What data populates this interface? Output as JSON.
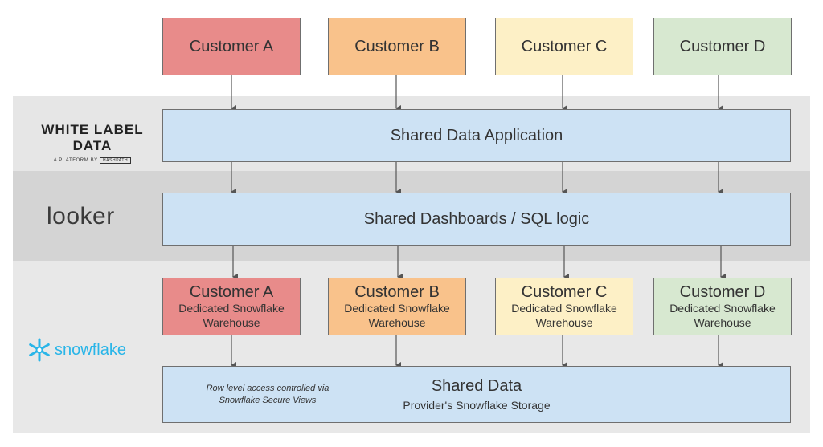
{
  "customers": [
    {
      "name": "Customer A",
      "color": "#e88b8a"
    },
    {
      "name": "Customer B",
      "color": "#f9c28b"
    },
    {
      "name": "Customer C",
      "color": "#fdf0c6"
    },
    {
      "name": "Customer D",
      "color": "#d7e8d0"
    }
  ],
  "layers": {
    "app": "Shared Data Application",
    "dashboards": "Shared Dashboards / SQL logic"
  },
  "warehouses": [
    {
      "title": "Customer A",
      "line1": "Dedicated Snowflake",
      "line2": "Warehouse"
    },
    {
      "title": "Customer B",
      "line1": "Dedicated Snowflake",
      "line2": "Warehouse"
    },
    {
      "title": "Customer C",
      "line1": "Dedicated Snowflake",
      "line2": "Warehouse"
    },
    {
      "title": "Customer D",
      "line1": "Dedicated Snowflake",
      "line2": "Warehouse"
    }
  ],
  "shared_data": {
    "title": "Shared Data",
    "subtitle": "Provider's Snowflake Storage",
    "note_line1": "Row level access controlled via",
    "note_line2": "Snowflake Secure Views"
  },
  "logos": {
    "white_label": {
      "title": "WHITE LABEL DATA",
      "sub": "A PLATFORM BY",
      "badge": "HASHPATH",
      "icon": "white-label-data-logo"
    },
    "looker": {
      "text": "looker",
      "icon": "looker-logo"
    },
    "snowflake": {
      "text": "snowflake",
      "icon": "snowflake-icon",
      "color": "#29b5e8"
    }
  },
  "colors": {
    "layer_blue": "#cde2f4",
    "arrow": "#555555"
  }
}
